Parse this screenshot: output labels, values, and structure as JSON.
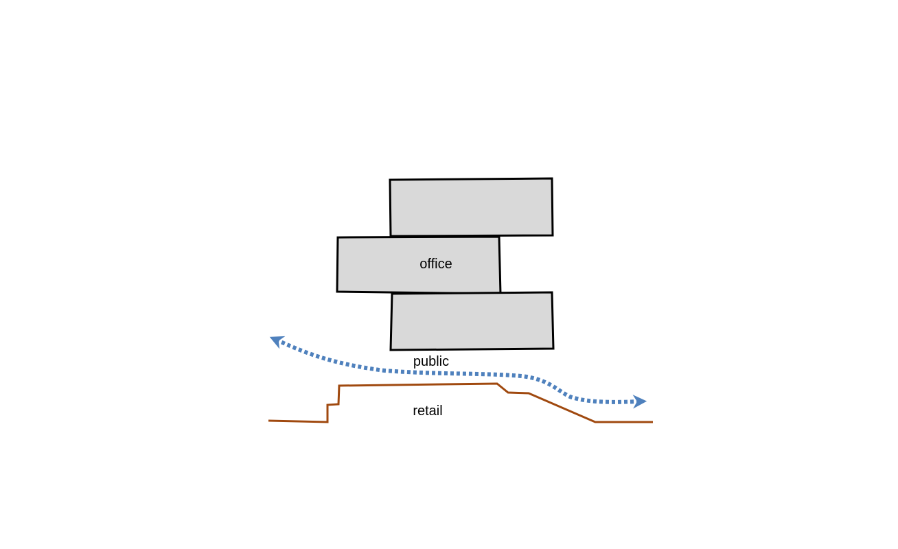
{
  "labels": {
    "office": "office",
    "public": "public",
    "retail": "retail"
  },
  "colors": {
    "block_fill": "#d9d9d9",
    "block_stroke": "#000000",
    "public_path": "#4f81bd",
    "retail_line": "#a0490f",
    "text": "#000000"
  }
}
